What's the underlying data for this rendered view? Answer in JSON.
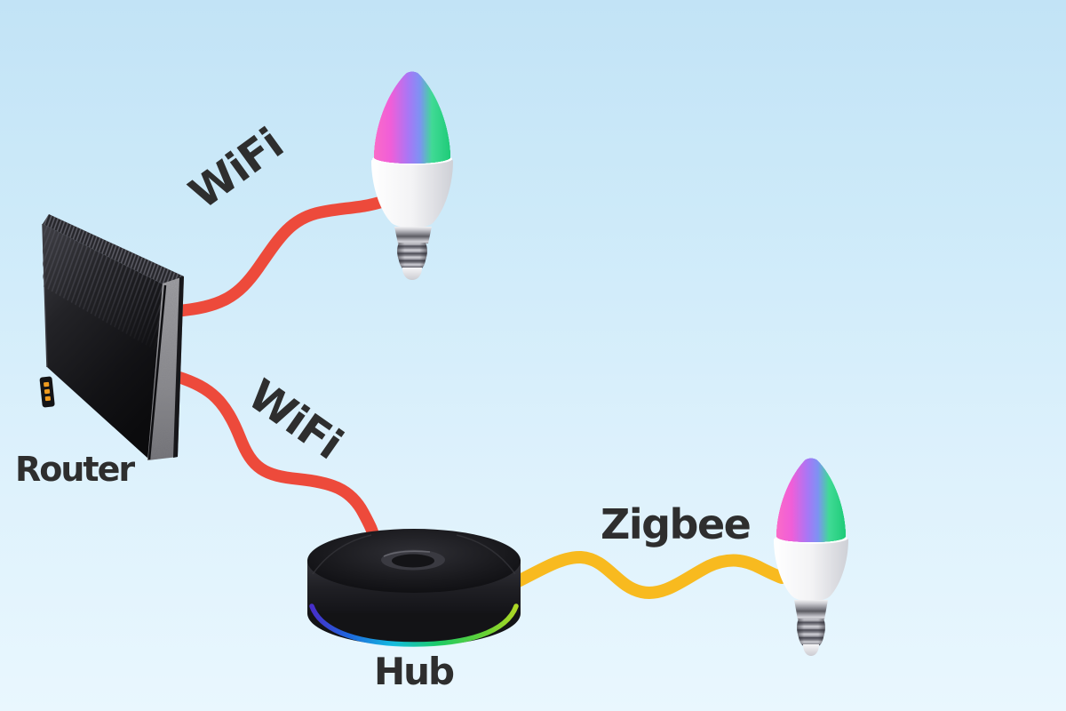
{
  "scene": {
    "description": "Smart home network diagram",
    "background_top": "#c2e3f6",
    "background_bottom": "#e9f7fe",
    "label_text_color": "#2e2e2e"
  },
  "devices": {
    "router": {
      "label": "Router"
    },
    "hub": {
      "label": "Hub"
    },
    "smart_bulb_top": {
      "label": ""
    },
    "smart_bulb_right": {
      "label": ""
    }
  },
  "connections": [
    {
      "from": "router",
      "to": "smart_bulb_top",
      "protocol": "WiFi",
      "line_color": "#ed4a3b",
      "line_style": "curved"
    },
    {
      "from": "router",
      "to": "hub",
      "protocol": "WiFi",
      "line_color": "#ed4a3b",
      "line_style": "curved"
    },
    {
      "from": "hub",
      "to": "smart_bulb_right",
      "protocol": "Zigbee",
      "line_color": "#f8ba1f",
      "line_style": "wavy"
    }
  ],
  "colors": {
    "wifi_line": "#ed4a3b",
    "zigbee_line": "#f8ba1f",
    "hub_led_strip": [
      "#4b2ed2",
      "#1f6ae8",
      "#14c4e8",
      "#1ed469",
      "#b8e226"
    ],
    "bulb_dome": [
      "#f8f24d",
      "#ffa642",
      "#fa6bc8",
      "#56a6f8",
      "#2fd885"
    ]
  }
}
